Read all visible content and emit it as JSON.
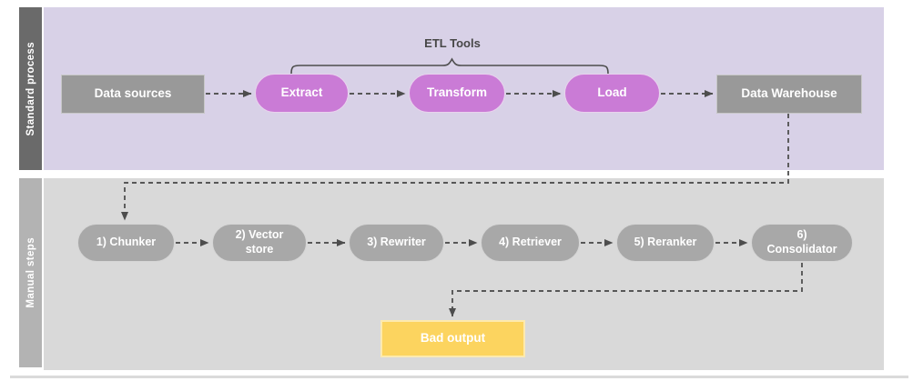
{
  "annotation": {
    "etl_tools": "ETL Tools"
  },
  "lanes": {
    "standard": {
      "label": "Standard process"
    },
    "manual": {
      "label": "Manual steps"
    }
  },
  "nodes": {
    "data_sources": {
      "label": "Data sources",
      "shape": "rect"
    },
    "extract": {
      "label": "Extract",
      "shape": "pill"
    },
    "transform": {
      "label": "Transform",
      "shape": "pill"
    },
    "load": {
      "label": "Load",
      "shape": "pill"
    },
    "data_warehouse": {
      "label": "Data Warehouse",
      "shape": "rect"
    },
    "chunker": {
      "label": "1) Chunker",
      "shape": "pill"
    },
    "vector_store": {
      "label": "2) Vector store",
      "shape": "pill"
    },
    "rewriter": {
      "label": "3) Rewriter",
      "shape": "pill"
    },
    "retriever": {
      "label": "4) Retriever",
      "shape": "pill"
    },
    "reranker": {
      "label": "5) Reranker",
      "shape": "pill"
    },
    "consolidator": {
      "label": "6) Consolidator",
      "shape": "pill"
    },
    "bad_output": {
      "label": "Bad output",
      "shape": "rect"
    }
  },
  "edges": [
    {
      "from": "data_sources",
      "to": "extract"
    },
    {
      "from": "extract",
      "to": "transform"
    },
    {
      "from": "transform",
      "to": "load"
    },
    {
      "from": "load",
      "to": "data_warehouse"
    },
    {
      "from": "data_warehouse",
      "to": "chunker"
    },
    {
      "from": "chunker",
      "to": "vector_store"
    },
    {
      "from": "vector_store",
      "to": "rewriter"
    },
    {
      "from": "rewriter",
      "to": "retriever"
    },
    {
      "from": "retriever",
      "to": "reranker"
    },
    {
      "from": "reranker",
      "to": "consolidator"
    },
    {
      "from": "consolidator",
      "to": "bad_output"
    }
  ],
  "colors": {
    "lane_standard_bg": "#d8d1e7",
    "lane_manual_bg": "#d9d9d9",
    "lane_standard_bar": "#6a6a6a",
    "lane_manual_bar": "#b3b3b3",
    "etl_pill": "#ca7bd6",
    "gray_box": "#999999",
    "manual_pill": "#a8a8a8",
    "bad_output_box": "#fcd45f",
    "connector": "#575757"
  }
}
